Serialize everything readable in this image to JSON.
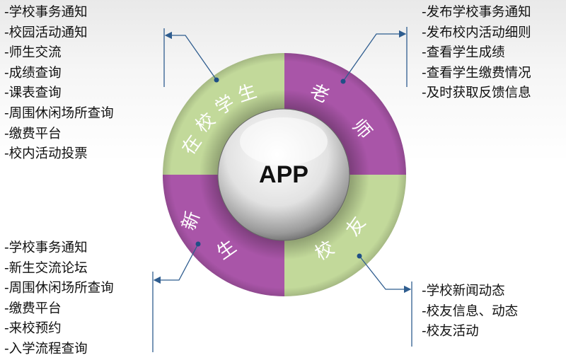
{
  "center_label": "APP",
  "colors": {
    "green": "#c2d99a",
    "purple": "#a955a8",
    "line": "#2f5d8f"
  },
  "segments": {
    "students": {
      "label": [
        "在",
        "校",
        "学",
        "生"
      ],
      "items": [
        "-学校事务通知",
        "-校园活动通知",
        "-师生交流",
        "-成绩查询",
        "-课表查询",
        "-周围休闲场所查询",
        "-缴费平台",
        "-校内活动投票"
      ]
    },
    "teachers": {
      "label": [
        "老",
        "师"
      ],
      "items": [
        "-发布学校事务通知",
        "-发布校内活动细则",
        "-查看学生成绩",
        "-查看学生缴费情况",
        "-及时获取反馈信息"
      ]
    },
    "freshmen": {
      "label": [
        "新",
        "生"
      ],
      "items": [
        "-学校事务通知",
        "-新生交流论坛",
        "-周围休闲场所查询",
        "-缴费平台",
        "-来校预约",
        "-入学流程查询"
      ]
    },
    "alumni": {
      "label": [
        "校",
        "友"
      ],
      "items": [
        "-学校新闻动态",
        "-校友信息、动态",
        "-校友活动"
      ]
    }
  }
}
